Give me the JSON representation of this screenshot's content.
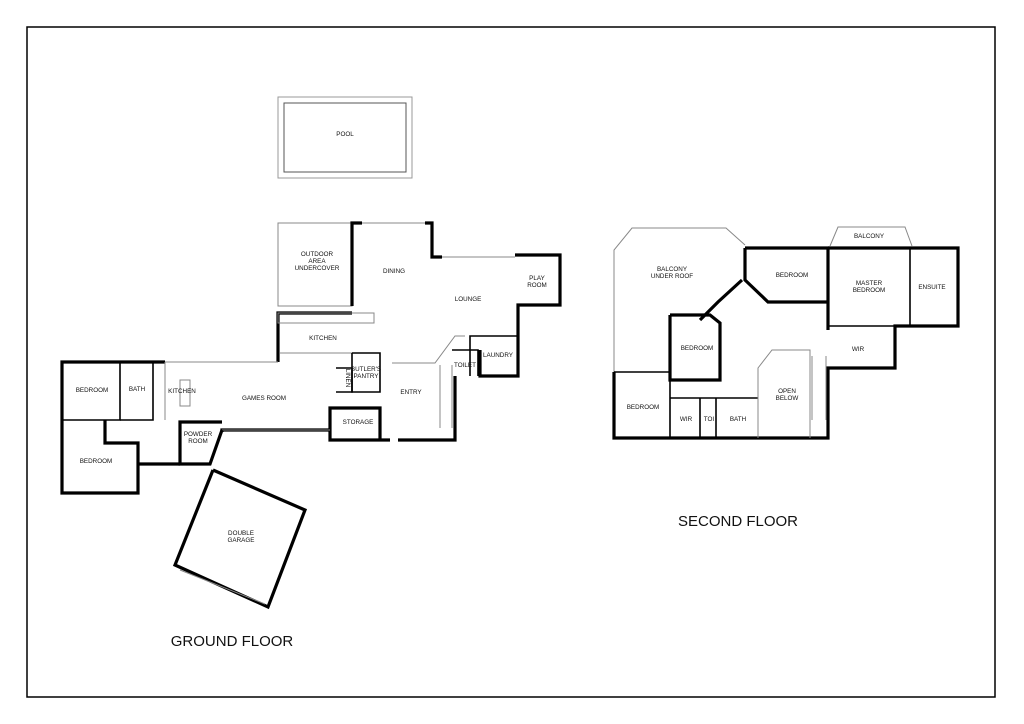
{
  "ground_floor": {
    "title": "GROUND FLOOR",
    "rooms": {
      "pool": [
        "POOL"
      ],
      "outdoor": [
        "OUTDOOR",
        "AREA",
        "UNDERCOVER"
      ],
      "dining": [
        "DINING"
      ],
      "lounge": [
        "LOUNGE"
      ],
      "play_room": [
        "PLAY",
        "ROOM"
      ],
      "kitchen_main": [
        "KITCHEN"
      ],
      "laundry": [
        "LAUNDRY"
      ],
      "toilet": [
        "TOILET"
      ],
      "linen": [
        "LINEN"
      ],
      "butlers_pantry": [
        "BUTLER'S",
        "PANTRY"
      ],
      "entry": [
        "ENTRY"
      ],
      "storage": [
        "STORAGE"
      ],
      "games_room": [
        "GAMES ROOM"
      ],
      "kitchen_small": [
        "KITCHEN"
      ],
      "bedroom_1": [
        "BEDROOM"
      ],
      "bath": [
        "BATH"
      ],
      "bedroom_2": [
        "BEDROOM"
      ],
      "powder_room": [
        "POWDER",
        "ROOM"
      ],
      "double_garage": [
        "DOUBLE",
        "GARAGE"
      ]
    }
  },
  "second_floor": {
    "title": "SECOND FLOOR",
    "rooms": {
      "balcony_under_roof": [
        "BALCONY",
        "UNDER ROOF"
      ],
      "balcony": [
        "BALCONY"
      ],
      "bedroom_top": [
        "BEDROOM"
      ],
      "master_bedroom": [
        "MASTER",
        "BEDROOM"
      ],
      "ensuite": [
        "ENSUITE"
      ],
      "wir_master": [
        "WIR"
      ],
      "bedroom_mid": [
        "BEDROOM"
      ],
      "open_below": [
        "OPEN",
        "BELOW"
      ],
      "bedroom_left": [
        "BEDROOM"
      ],
      "wir": [
        "WIR"
      ],
      "toilet": [
        "TOI"
      ],
      "bath": [
        "BATH"
      ]
    }
  }
}
